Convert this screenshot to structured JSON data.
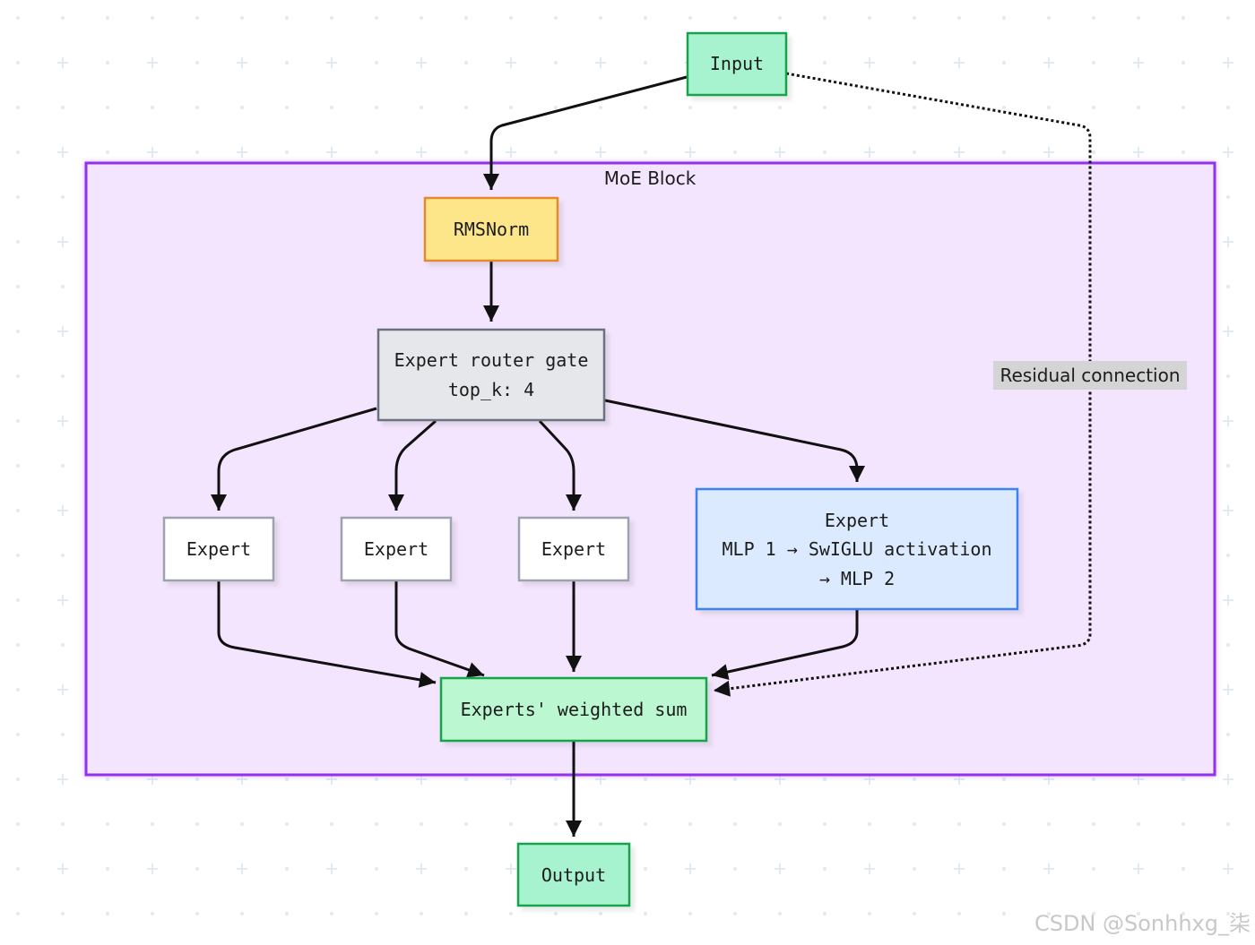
{
  "diagram": {
    "group": {
      "title": "MoE Block"
    },
    "nodes": {
      "input": {
        "label": "Input"
      },
      "rmsnorm": {
        "label": "RMSNorm"
      },
      "router": {
        "line1": "Expert router gate",
        "line2": "top_k: 4"
      },
      "expert1": {
        "label": "Expert"
      },
      "expert2": {
        "label": "Expert"
      },
      "expert3": {
        "label": "Expert"
      },
      "expert4": {
        "line1": "Expert",
        "line2": "MLP 1 → SwIGLU activation",
        "line3": "→ MLP 2"
      },
      "weighted_sum": {
        "label": "Experts' weighted sum"
      },
      "output": {
        "label": "Output"
      }
    },
    "edges": {
      "residual": {
        "label": "Residual connection"
      }
    }
  },
  "watermark": {
    "text": "CSDN @Sonhhxg_柒"
  }
}
